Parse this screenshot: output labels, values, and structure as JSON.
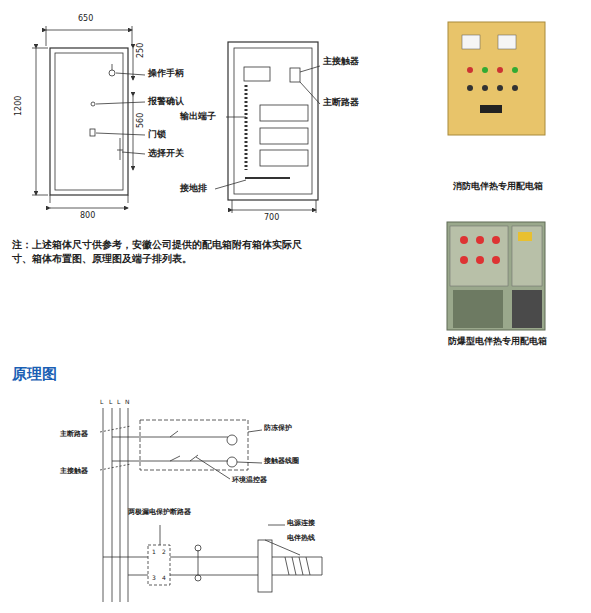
{
  "diagram": {
    "title": "原理图",
    "nodes": [
      {
        "text": [
          "消防电伴热专用配电箱"
        ]
      },
      {
        "text": [
          "防爆型电伴热专用配电箱"
        ]
      }
    ],
    "labels": [
      "650",
      "1200",
      "250",
      "560",
      "800",
      "操作手柄",
      "报警确认",
      "门锁",
      "选择开关",
      "主接触器",
      "主断路器",
      "输出端子",
      "接地排",
      "700",
      "注：上述箱体尺寸供参考，安徽公司提供的配电箱附有箱体实际尺寸、箱体布置图、原理图及端子排列表。",
      "L",
      "L",
      "L",
      "N",
      "主断路器",
      "主接触器",
      "防冻保护",
      "接触器线圈",
      "环境温控器",
      "两极漏电保护断路器",
      "电源连接",
      "电伴热线",
      "1",
      "2",
      "3",
      "4"
    ]
  }
}
